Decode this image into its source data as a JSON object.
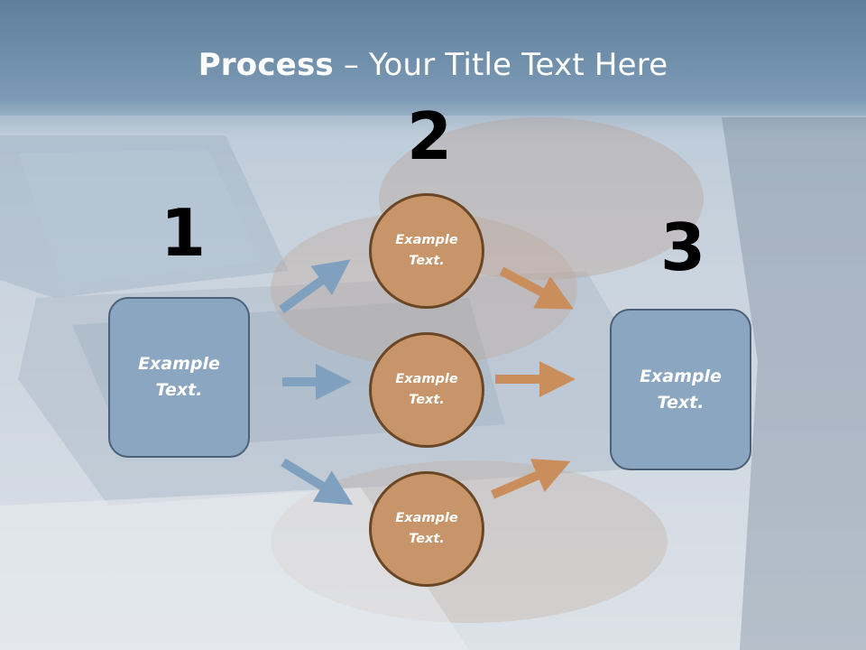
{
  "title": {
    "bold": "Process",
    "rest": " – Your Title Text Here"
  },
  "numbers": [
    "1",
    "2",
    "3"
  ],
  "left_box": {
    "label": "Example\nText."
  },
  "circles": [
    {
      "label": "Example\nText."
    },
    {
      "label": "Example\nText."
    },
    {
      "label": "Example\nText."
    }
  ],
  "right_box": {
    "label": "Example\nText."
  },
  "colors": {
    "box_fill": "#8aa6c0",
    "circle_fill": "#c8956a",
    "blue_arrow": "#7fa0be",
    "orange_arrow": "#c98e5c"
  }
}
